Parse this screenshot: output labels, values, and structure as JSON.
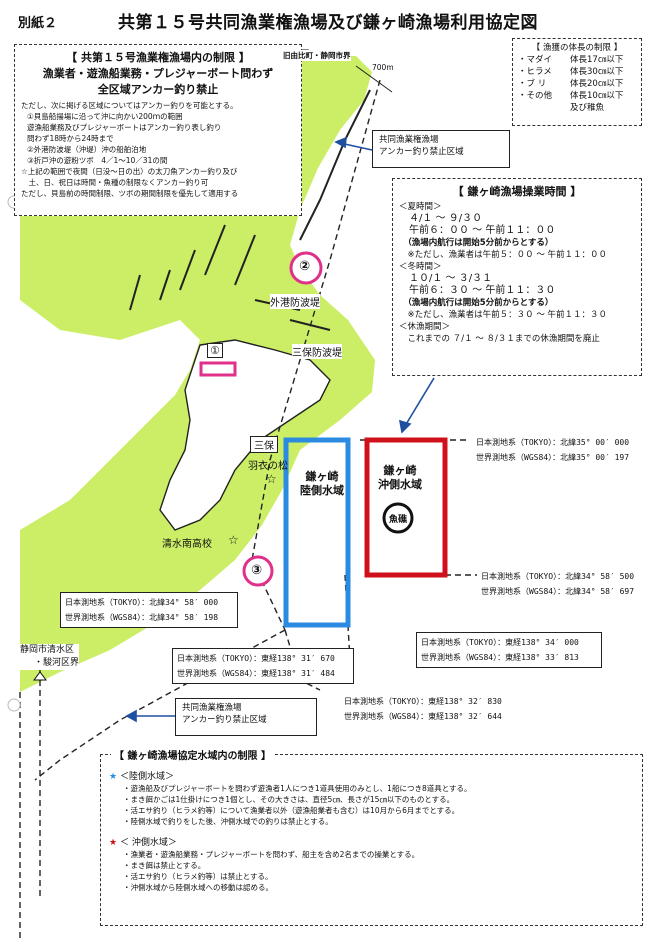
{
  "header": {
    "attachment_label": "別紙２",
    "title": "共第１５号共同漁業権漁場及び鎌ヶ崎漁場利用協定図"
  },
  "gyogyoken_box": {
    "title": "【 共第１５号漁業権漁場内の制限 】",
    "line1": "漁業者・遊漁船業務・プレジャーボート問わず",
    "line2": "全区域アンカー釣り禁止",
    "note": "ただし、次に掲げる区域についてはアンカー釣りを可能とする。",
    "items": [
      "①貝島船揚場に沿って沖に向かい200ｍの範囲",
      "遊漁船業務及びプレジャーボートはアンカー釣り表し釣り",
      "問わず18時から24時まで",
      "②外港防波堤（沖堤）沖の船舶泊地",
      "③折戸沖の遊粉ツボ　4／1～10／31の間",
      "☆上記の範囲で夜間（日没～日の出）の太刀魚アンカー釣り及び",
      "　土、日、祝日は時間・魚種の制限なくアンカー釣り可",
      "ただし、貝島前の時間制限、ツボの期間制限を優先して適用する"
    ]
  },
  "boundary_label": "旧由比町・静岡市界",
  "distance_label": "700m",
  "fish_size_box": {
    "title": "【 漁獲の体長の制限 】",
    "rows": [
      {
        "name": "・マダイ",
        "limit": "体長17㎝以下"
      },
      {
        "name": "・ヒラメ",
        "limit": "体長30㎝以下"
      },
      {
        "name": "・ブ リ",
        "limit": "体長20㎝以下"
      },
      {
        "name": "・その他",
        "limit": "体長10㎝以下"
      }
    ],
    "extra": "及び稚魚"
  },
  "anchor_ban_top": {
    "line1": "共同漁業権漁場",
    "line2": "アンカー釣り禁止区域"
  },
  "anchor_ban_bottom": {
    "line1": "共同漁業権漁場",
    "line2": "アンカー釣り禁止区域"
  },
  "operation_box": {
    "title": "【 鎌ヶ崎漁場操業時間 】",
    "lines": [
      "＜夏時間＞",
      "　４/１ ～ ９/３０",
      "　午前６：００ ～ 午前１１：００",
      "　（漁場内航行は開始5分前からとする）",
      "　※ただし、漁業者は午前５：００ ～ 午前１１：００",
      "＜冬時間＞",
      "　１０/１ ～ ３/３１",
      "　午前６：３０ ～ 午前１１：３０",
      "　（漁場内航行は開始5分前からとする）",
      "　※ただし、漁業者は午前５：３０ ～ 午前１１：３０",
      "＜休漁期間＞",
      "　これまでの ７/１ ～ ８/３１までの休漁期間を廃止"
    ]
  },
  "map_labels": {
    "marker1": "①",
    "marker2": "②",
    "marker3": "③",
    "outer_breakwater": "外港防波堤",
    "miho_breakwater": "三保防波堤",
    "miho": "三保",
    "hagoromo": "羽衣の松",
    "shimizu_minami": "清水南高校",
    "district_line1": "静岡市清水区",
    "district_line2": "・駿河区界",
    "rikugawa_line1": "鎌ヶ崎",
    "rikugawa_line2": "陸側水域",
    "okigawa_line1": "鎌ヶ崎",
    "okigawa_line2": "沖側水域",
    "gyosho": "魚礁"
  },
  "coordinates": {
    "ne_north": {
      "tokyo": "日本測地系（TOKYO）：北緯35° 00′ 000",
      "wgs": "世界測地系（WGS84）：北緯35° 00′ 197"
    },
    "se_north": {
      "tokyo": "日本測地系（TOKYO）：北緯34° 58′ 500",
      "wgs": "世界測地系（WGS84）：北緯34° 58′ 697"
    },
    "sw_north": {
      "tokyo": "日本測地系（TOKYO）：北緯34° 58′ 000",
      "wgs": "世界測地系（WGS84）：北緯34° 58′ 198"
    },
    "mid_east": {
      "tokyo": "日本測地系（TOKYO）：東経138° 31′ 670",
      "wgs": "世界測地系（WGS84）：東経138° 31′ 484"
    },
    "right_east": {
      "tokyo": "日本測地系（TOKYO）：東経138° 34′ 000",
      "wgs": "世界測地系（WGS84）：東経138° 33′ 813"
    },
    "bottom_east": {
      "tokyo": "日本測地系（TOKYO）：東経138° 32′ 830",
      "wgs": "世界測地系（WGS84）：東経138° 32′ 644"
    }
  },
  "rules_box": {
    "title": "【 鎌ヶ崎漁場協定水域内の制限 】",
    "rikugawa_heading": "＜陸側水域＞",
    "rikugawa_items": [
      "・遊漁船及びプレジャーボートを問わず遊漁者1人につき1道具使用のみとし、1船につき8道具とする。",
      "・まき餌かごは1仕掛けにつき1個とし、その大きさは、直径5㎝、長さが15㎝以下のものとする。",
      "・活エサ釣り（ヒラメ釣等）について漁業者以外（遊漁船業者も含む）は10月から6月までとする。",
      "・陸側水域で釣りをした後、沖側水域での釣りは禁止とする。"
    ],
    "okigawa_heading": "＜ 沖側水域＞",
    "okigawa_items": [
      "・漁業者・遊漁船業務・プレジャーボートを問わず、船主を含め2名までの操業とする。",
      "・まき餌は禁止とする。",
      "・活エサ釣り（ヒラメ釣等）は禁止とする。",
      "・沖側水域から陸側水域への移動は認める。"
    ],
    "star_blue": "★",
    "star_red": "★"
  },
  "colors": {
    "land": "#ccee66",
    "blue_zone": "#2a8be0",
    "red_zone": "#d0101a",
    "magenta": "#e0308a"
  }
}
